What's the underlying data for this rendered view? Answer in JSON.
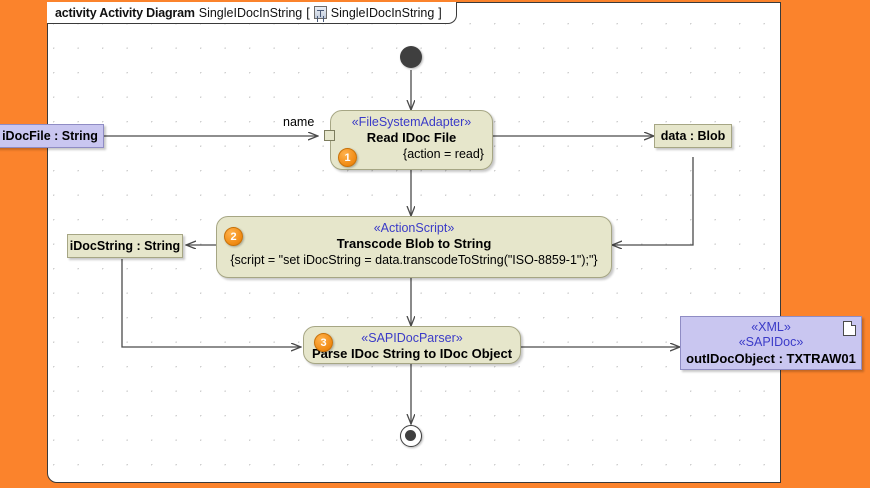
{
  "frame": {
    "keyword": "activity Activity Diagram",
    "name": "SingleIDocInString",
    "bracket_open": "[",
    "bracket_name": "SingleIDocInString",
    "bracket_close": "]",
    "icon": "activity-diagram-icon"
  },
  "colors": {
    "background": "#fb832c",
    "canvas": "#ffffff",
    "action_fill": "#e6e6cb",
    "action_border": "#a6a684",
    "object_lavender": "#c9c6f0",
    "stereotype_text": "#3b3bc8",
    "badge": "#f08a12",
    "node_dark": "#3f3f3f"
  },
  "nodes": {
    "initial": {
      "name": "initial-node"
    },
    "final": {
      "name": "activity-final-node"
    },
    "action1": {
      "badge": "1",
      "stereotype": "«FileSystemAdapter»",
      "name": "Read IDoc File",
      "body": "{action = read}",
      "pin_label": "name"
    },
    "action2": {
      "badge": "2",
      "stereotype": "«ActionScript»",
      "name": "Transcode Blob to String",
      "body": "{script = \"set iDocString = data.transcodeToString(\"ISO-8859-1\");\"}"
    },
    "action3": {
      "badge": "3",
      "stereotype": "«SAPIDocParser»",
      "name": "Parse IDoc String to IDoc Object"
    }
  },
  "objects": {
    "input_file": {
      "label": "iDocFile : String"
    },
    "data_blob": {
      "label": "data : Blob"
    },
    "idoc_string": {
      "label": "iDocString : String"
    },
    "out_object": {
      "stereotype1": "«XML»",
      "stereotype2": "«SAPIDoc»",
      "label": "outIDocObject : TXTRAW01",
      "icon": "document-icon"
    }
  }
}
